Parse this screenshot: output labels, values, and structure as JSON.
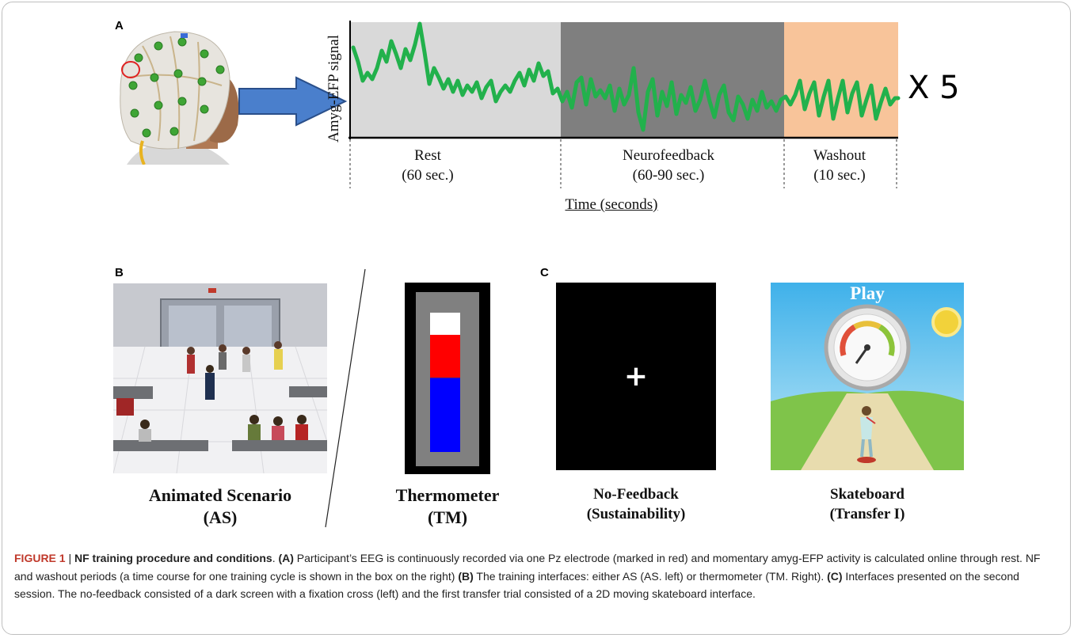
{
  "panels": {
    "a": "A",
    "b": "B",
    "c": "C"
  },
  "panel_a": {
    "y_axis_label": "Amyg-EFP signal",
    "x_axis_label": "Time (seconds)",
    "repeat_label": "X 5",
    "phases": [
      {
        "name": "Rest",
        "duration": "(60 sec.)",
        "color": "#d9d9d9"
      },
      {
        "name": "Neurofeedback",
        "duration": "(60-90 sec.)",
        "color": "#7f7f7f"
      },
      {
        "name": "Washout",
        "duration": "(10 sec.)",
        "color": "#f8c49a"
      }
    ],
    "signal_color": "#22b14c"
  },
  "panel_b": {
    "animated_scenario": {
      "line1": "Animated Scenario",
      "line2": "(AS)"
    },
    "thermometer": {
      "line1": "Thermometer",
      "line2": "(TM)",
      "colors": {
        "frame": "#000000",
        "track": "#808080",
        "top": "#ffffff",
        "up": "#ff0000",
        "down": "#0000ff"
      }
    }
  },
  "panel_c": {
    "no_feedback": {
      "line1": "No-Feedback",
      "line2": "(Sustainability)",
      "symbol": "+"
    },
    "skateboard": {
      "line1": "Skateboard",
      "line2": "(Transfer I)",
      "play_text": "Play"
    }
  },
  "caption": {
    "figure_label": "FIGURE 1",
    "separator": " | ",
    "title": "NF training procedure and conditions",
    "title_end": ". ",
    "a_label": "(A)",
    "a_text": " Participant’s EEG is continuously recorded via one Pz electrode (marked in red) and momentary amyg-EFP activity is calculated online through rest. NF and washout periods (a time course for one training cycle is shown in the box on the right) ",
    "b_label": "(B)",
    "b_text": " The training interfaces: either AS (AS. left) or thermometer (TM. Right). ",
    "c_label": "(C)",
    "c_text": " Interfaces presented on the second session. The no-feedback consisted of a dark screen with a fixation cross (left) and the first transfer trial consisted of a 2D moving skateboard interface."
  }
}
